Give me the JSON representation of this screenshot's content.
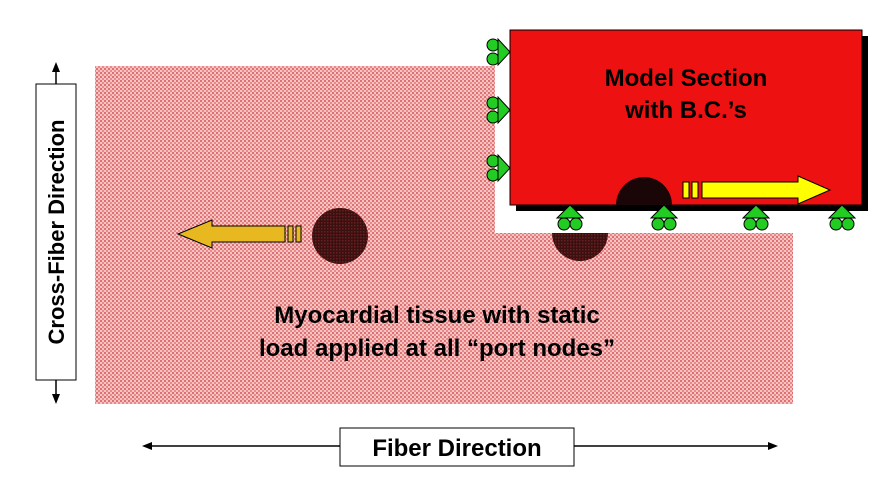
{
  "labels": {
    "model_section_line1": "Model Section",
    "model_section_line2": "with B.C.’s",
    "tissue_line1": "Myocardial tissue with static",
    "tissue_line2": "load applied at all “port nodes”",
    "fiber_direction": "Fiber Direction",
    "cross_fiber_direction": "Cross-Fiber Direction"
  },
  "colors": {
    "tissue": "#e8a0a0",
    "model_section": "#ee1111",
    "port_node": "#3a1010",
    "support": "#22cc22",
    "arrow_yellow": "#ffff00",
    "arrow_gold": "#e8b820"
  },
  "icons": {
    "support": "roller-support-icon",
    "port": "port-node-icon",
    "load": "load-arrow-icon"
  }
}
